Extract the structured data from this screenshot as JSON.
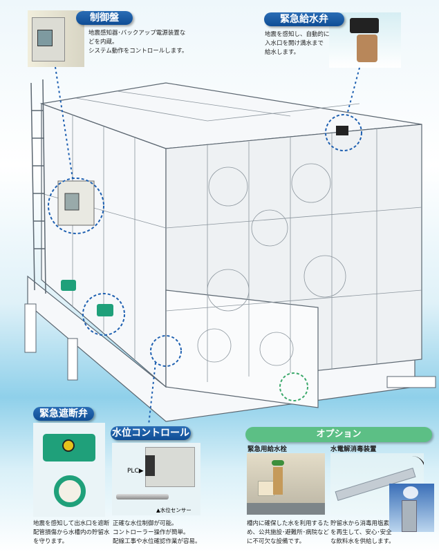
{
  "control_panel": {
    "title": "制御盤",
    "desc": [
      "地震感知器･バックアップ電源装置な",
      "どを内蔵。",
      "システム動作をコントロールします。"
    ]
  },
  "emergency_supply_valve": {
    "title": "緊急給水弁",
    "desc": [
      "地震を感知し、自動的に",
      "入水口を開け満水まで",
      "給水します。"
    ]
  },
  "emergency_shutoff_valve": {
    "title": "緊急遮断弁",
    "desc": [
      "地震を感知して出水口を遮断",
      "配管損傷から水槽内の貯留水",
      "を守ります。"
    ]
  },
  "level_control": {
    "title": "水位コントロール",
    "plc_label": "PLC▶",
    "sensor_label": "▲水位センサー",
    "desc": [
      "正確な水位制御が可能。",
      "コントローラー操作が簡単。",
      "配線工事や水位確認作業が容易。"
    ]
  },
  "options": {
    "title": "オプション",
    "hydrant": {
      "title": "緊急用給水栓",
      "desc": [
        "槽内に確保した水を利用するた",
        "め、公共施設･避難所･病院など",
        "に不可欠な設備です。"
      ]
    },
    "disinfector": {
      "title": "水電解消毒装置",
      "desc": [
        "貯留水から消毒用塩素",
        "を再生して、安心･安全",
        "な飲料水を供給します。"
      ]
    }
  },
  "colors": {
    "pill": "#0f4d95",
    "option_bar": "#5cbf85",
    "valve_green": "#1fa07a",
    "dash": "#1d5fb0"
  }
}
